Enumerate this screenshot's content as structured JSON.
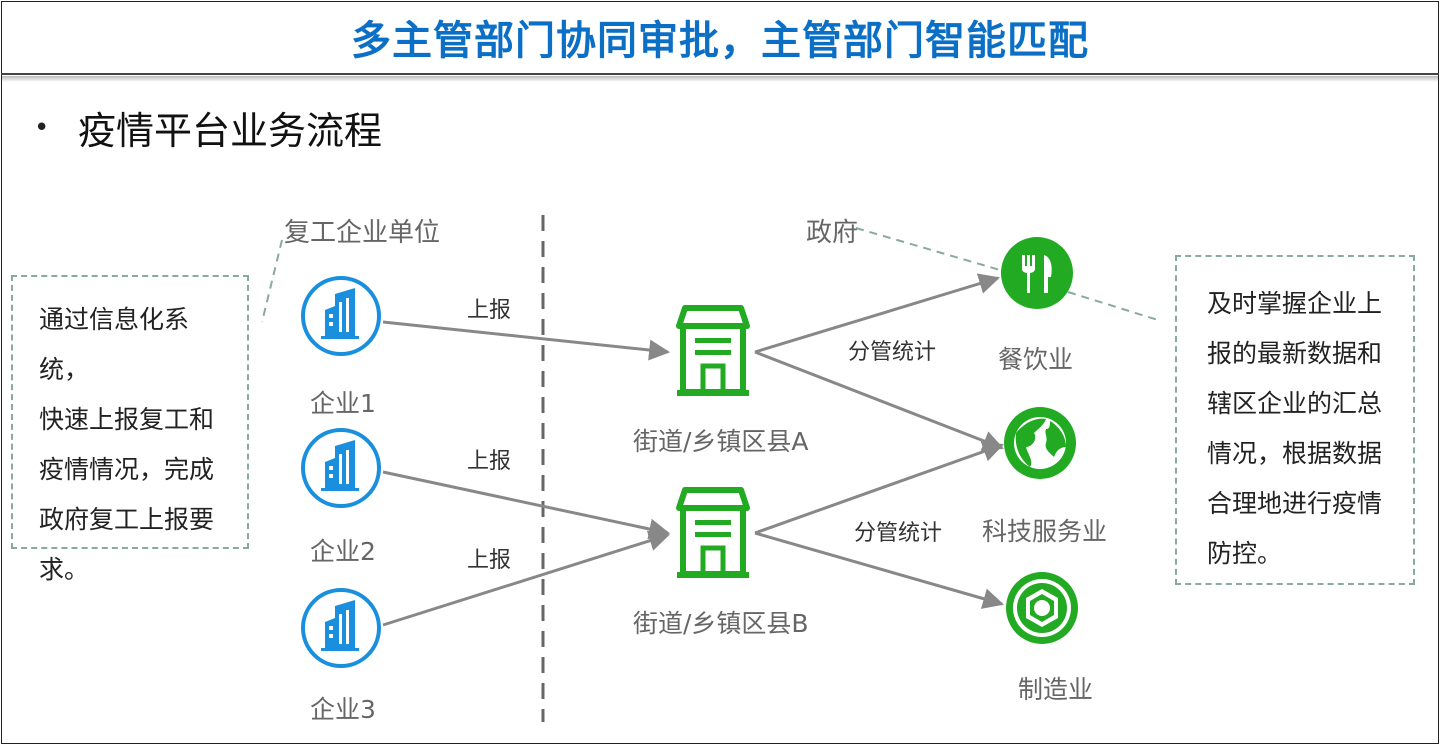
{
  "header": {
    "title": "多主管部门协同审批，主管部门智能匹配"
  },
  "bullet": {
    "text": "疫情平台业务流程"
  },
  "sections": {
    "enterprise": "复工企业单位",
    "government": "政府"
  },
  "enterprises": [
    {
      "label": "企业1"
    },
    {
      "label": "企业2"
    },
    {
      "label": "企业3"
    }
  ],
  "streets": [
    {
      "label": "街道/乡镇区县A"
    },
    {
      "label": "街道/乡镇区县B"
    }
  ],
  "industries": [
    {
      "label": "餐饮业",
      "icon": "fork-knife-icon"
    },
    {
      "label": "科技服务业",
      "icon": "globe-icon"
    },
    {
      "label": "制造业",
      "icon": "hex-nut-icon"
    }
  ],
  "arrows": {
    "report": [
      "上报",
      "上报",
      "上报"
    ],
    "stats": [
      "分管统计",
      "分管统计"
    ]
  },
  "notes": {
    "left": [
      "通过信息化系统，",
      "快速上报复工和",
      "疫情情况，完成",
      "政府复工上报要",
      "求。"
    ],
    "right": [
      "及时掌握企业上",
      "报的最新数据和",
      "辖区企业的汇总",
      "情况，根据数据",
      "合理地进行疫情",
      "防控。"
    ]
  },
  "colors": {
    "title": "#0b6fc6",
    "enterprise_icon": "#1a8fdd",
    "gov_icon": "#22aa22",
    "arrow": "#888888"
  }
}
